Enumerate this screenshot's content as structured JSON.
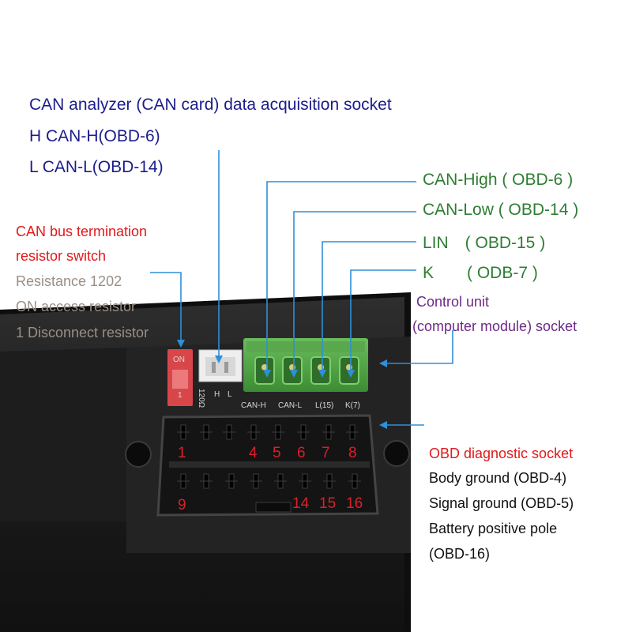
{
  "can_analyzer": {
    "title": "CAN analyzer (CAN card) data acquisition socket",
    "h_line": "H CAN-H(OBD-6)",
    "l_line": "L CAN-L(OBD-14)"
  },
  "termination": {
    "title_line1": "CAN bus termination",
    "title_line2": "resistor switch",
    "line1": "Resistance 1202",
    "line2": "ON access resistor",
    "line3": "1 Disconnect resistor"
  },
  "terminal_labels": {
    "can_high": "CAN-High ( OBD-6 )",
    "can_low": "CAN-Low ( OBD-14 )",
    "lin": "LIN　( OBD-15 )",
    "k": "K　　( ODB-7 )"
  },
  "control_unit": {
    "line1": "Control unit",
    "line2": "(computer module) socket"
  },
  "obd": {
    "title": "OBD diagnostic socket",
    "line1": "Body ground (OBD-4)",
    "line2": "Signal ground (OBD-5)",
    "line3": "Battery positive pole",
    "line4": "(OBD-16)"
  },
  "device": {
    "dip_on": "ON",
    "dip_1": "1",
    "dip_120": "120Ω",
    "jst_h": "H",
    "jst_l": "L",
    "term_can_h": "CAN-H",
    "term_can_l": "CAN-L",
    "term_l15": "L(15)",
    "term_k7": "K(7)",
    "pins_top": [
      "1",
      "4",
      "5",
      "6",
      "7",
      "8"
    ],
    "pins_bottom": [
      "9",
      "14",
      "15",
      "16"
    ]
  },
  "colors": {
    "annotation_line": "#2f8fd8",
    "pin_number": "#d9202a",
    "terminal_block": "#4fa047",
    "dip_switch": "#d9464a"
  }
}
